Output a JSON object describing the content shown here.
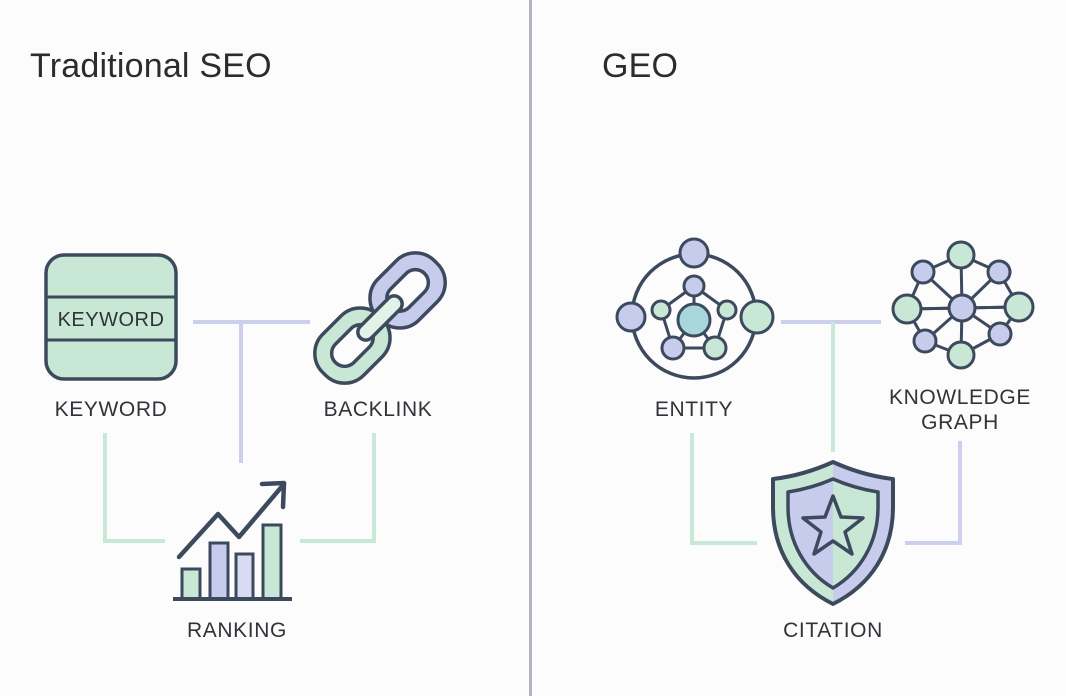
{
  "colors": {
    "mint": "#c8e8d5",
    "lavender": "#c7cbec",
    "lavender_light": "#d8dbf3",
    "teal": "#a9d6da",
    "outline": "#3d4a5e",
    "text": "#303337",
    "title": "#2a2c2f",
    "divider": "#b1b3be",
    "background": "#fcfcfd",
    "connector_mint": "#c8e9d8",
    "connector_lavender": "#ccd0ed",
    "chain_bar": "#e1f2e8"
  },
  "left_panel": {
    "title": "Traditional SEO",
    "keyword": {
      "icon_text": "KEYWORD",
      "label": "KEYWORD"
    },
    "backlink": {
      "label": "BACKLINK"
    },
    "ranking": {
      "label": "RANKING"
    }
  },
  "right_panel": {
    "title": "GEO",
    "entity": {
      "label": "ENTITY"
    },
    "knowledge_graph": {
      "label_line1": "KNOWLEDGE",
      "label_line2": "GRAPH"
    },
    "citation": {
      "label": "CITATION"
    }
  }
}
